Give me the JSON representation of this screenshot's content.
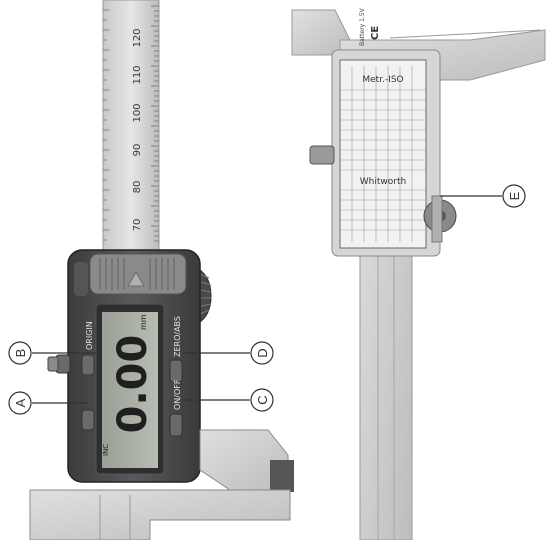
{
  "left_caliper": {
    "scale_numbers": [
      "120",
      "110",
      "100",
      "90",
      "80",
      "70"
    ],
    "button_labels": {
      "origin": "ORIGIN",
      "zero_abs": "ZERO/ABS",
      "on_off": "ON/OFF",
      "inc": "INC",
      "unit": "mm"
    },
    "display_value": "0.00"
  },
  "right_caliper": {
    "battery_text": "Battery 1.5V",
    "ce_mark": "CE",
    "table_title_metric": "Metr.-ISO",
    "table_title_whitworth": "Whitworth"
  },
  "callouts": [
    {
      "letter": "B"
    },
    {
      "letter": "A"
    },
    {
      "letter": "D"
    },
    {
      "letter": "C"
    },
    {
      "letter": "E"
    }
  ]
}
